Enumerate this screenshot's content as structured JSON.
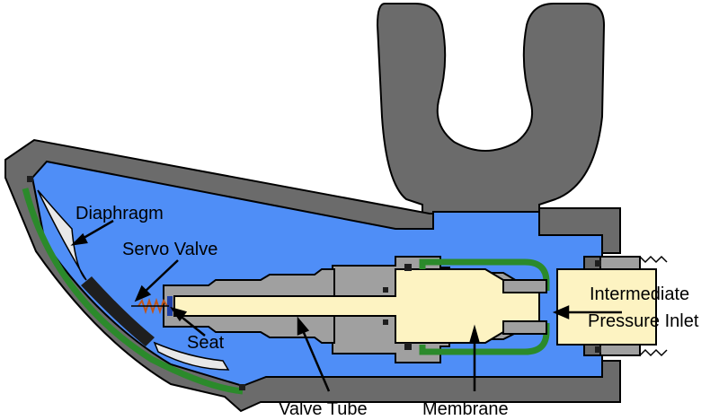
{
  "labels": {
    "diaphragm": "Diaphragm",
    "servo_valve": "Servo Valve",
    "seat": "Seat",
    "valve_tube": "Valve Tube",
    "membrane": "Membrane",
    "inlet_line1": "Intermediate",
    "inlet_line2": "Pressure Inlet"
  },
  "colors": {
    "housing": "#6b6b6b",
    "chamber": "#4f8ef7",
    "metal": "#a0a0a0",
    "passage": "#fdf3c2",
    "membrane": "#2b8a2b",
    "mouthpiece": "#6b6b6b",
    "outline": "#000000"
  }
}
